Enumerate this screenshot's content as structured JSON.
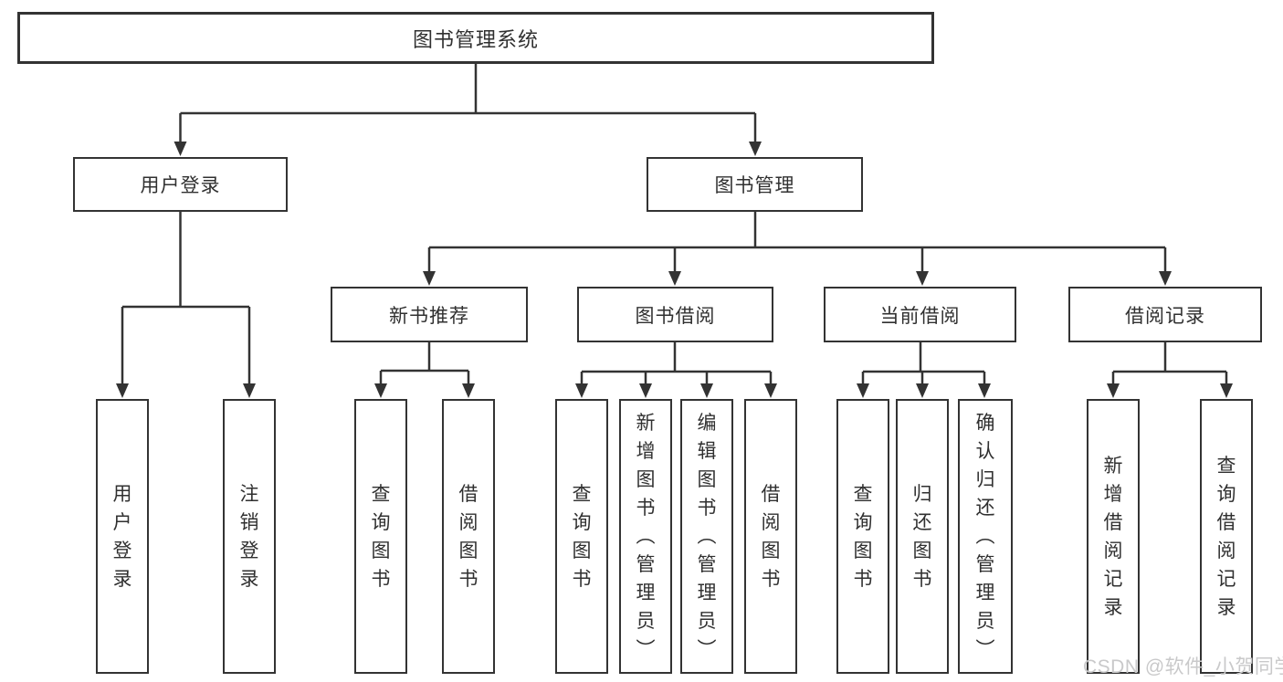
{
  "diagram": {
    "type": "hierarchy-tree",
    "colors": {
      "line": "#333333",
      "border": "#333333",
      "text": "#303030",
      "background": "#ffffff",
      "watermark": "#c9c9ca"
    },
    "tree": {
      "root": {
        "label": "图书管理系统",
        "children": [
          {
            "label": "用户登录",
            "children": [
              {
                "label": "用户登录"
              },
              {
                "label": "注销登录"
              }
            ]
          },
          {
            "label": "图书管理",
            "children": [
              {
                "label": "新书推荐",
                "children": [
                  {
                    "label": "查询图书"
                  },
                  {
                    "label": "借阅图书"
                  }
                ]
              },
              {
                "label": "图书借阅",
                "children": [
                  {
                    "label": "查询图书"
                  },
                  {
                    "label": "新增图书（管理员）"
                  },
                  {
                    "label": "编辑图书（管理员）"
                  },
                  {
                    "label": "借阅图书"
                  }
                ]
              },
              {
                "label": "当前借阅",
                "children": [
                  {
                    "label": "查询图书"
                  },
                  {
                    "label": "归还图书"
                  },
                  {
                    "label": "确认归还（管理员）"
                  }
                ]
              },
              {
                "label": "借阅记录",
                "children": [
                  {
                    "label": "新增借阅记录"
                  },
                  {
                    "label": "查询借阅记录"
                  }
                ]
              }
            ]
          }
        ]
      }
    },
    "watermark": {
      "text": "CSDN @软件_小贺同学"
    }
  }
}
